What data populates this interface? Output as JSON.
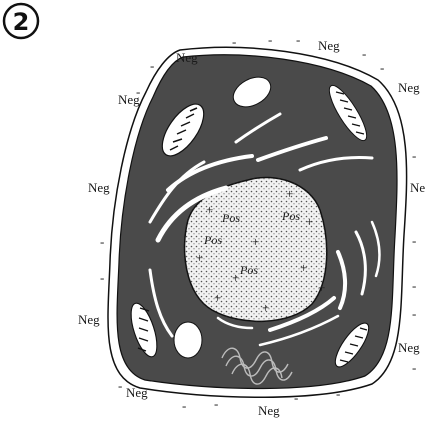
{
  "figure": {
    "number": "2",
    "colors": {
      "cytoplasm": "#4a4a4a",
      "outline": "#111111",
      "nucleus": "#f2f2f2",
      "organelle": "#ffffff",
      "background": "#ffffff"
    }
  },
  "labels": {
    "outside": {
      "top": "Neg",
      "top_right": "Neg",
      "upper_left": "Neg",
      "upper_right": "Neg",
      "mid_left": "Neg",
      "mid_right": "Ne",
      "lower_left": "Neg",
      "lower_right": "Neg",
      "bottom_left": "Neg",
      "bottom": "Neg"
    },
    "inside": {
      "pos_1": "Pos",
      "pos_2": "Pos",
      "pos_3": "Pos",
      "pos_4": "Pos"
    },
    "signs": {
      "minus": "-",
      "plus": "+"
    }
  }
}
